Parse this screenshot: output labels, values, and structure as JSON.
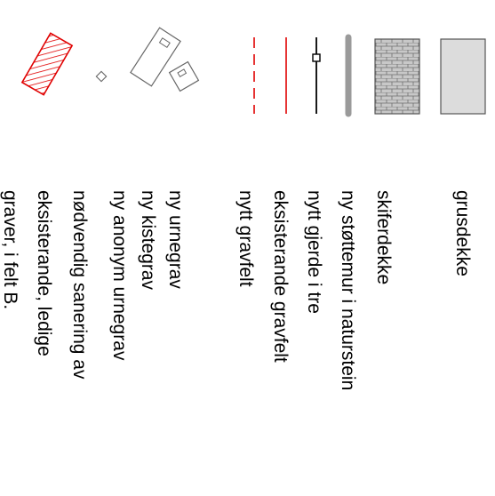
{
  "legend": {
    "items": [
      {
        "symbol": "gravel-area-swatch",
        "label": "grusdekke"
      },
      {
        "symbol": "slate-paving-swatch",
        "label": "skiferdekke"
      },
      {
        "symbol": "natural-stone-wall-line",
        "label": "ny støttemur i naturstein"
      },
      {
        "symbol": "wooden-fence-line",
        "label": "nytt gjerde i tre"
      },
      {
        "symbol": "existing-grave-field-line",
        "label": "eksisterande gravfelt"
      },
      {
        "symbol": "new-grave-field-dashed-line",
        "label": "nytt gravfelt"
      },
      {
        "symbol": "urn-grave-icon",
        "label": "ny urnegrav"
      },
      {
        "symbol": "coffin-grave-icon",
        "label": "ny kistegrav"
      },
      {
        "symbol": "anonymous-urn-grave-icon",
        "label": "ny anonym urnegrav"
      },
      {
        "symbol": "required-renovation-hatch",
        "label": "nødvendig sanering av"
      },
      {
        "symbol": "required-renovation-hatch",
        "label": "eksisterande, ledige"
      },
      {
        "symbol": "required-renovation-hatch",
        "label": "graver, i felt B."
      }
    ],
    "colors": {
      "gravel_fill": "#dcdcdc",
      "brick_fill": "#c8c8c8",
      "wall_stroke": "#9a9a9a",
      "red": "#e00000",
      "outline": "#555555"
    }
  }
}
